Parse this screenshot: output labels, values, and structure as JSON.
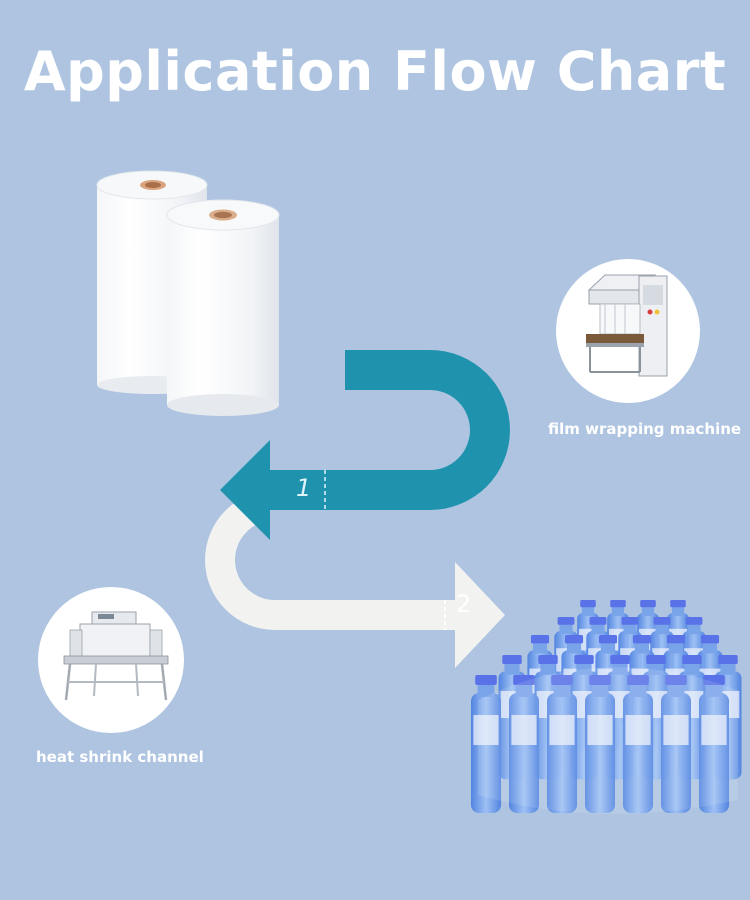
{
  "title": "Application Flow Chart",
  "nodes": {
    "film_roll": {
      "icon": "film-roll-icon"
    },
    "wrapping_machine": {
      "label": "film wrapping machine",
      "icon": "wrapping-machine-icon"
    },
    "heat_shrink": {
      "label": "heat shrink channel",
      "icon": "heat-shrink-icon"
    },
    "bottles": {
      "icon": "bottle-pack-icon"
    }
  },
  "steps": [
    {
      "number": "1",
      "color": "#1f93ae"
    },
    {
      "number": "2",
      "color": "#f2f2f0"
    }
  ],
  "colors": {
    "background": "#aec4e1",
    "arrow_teal": "#1f93ae",
    "arrow_white": "#f2f2f0",
    "bottle_blue": "#5d8fe0",
    "cap_blue": "#5a72e8"
  }
}
